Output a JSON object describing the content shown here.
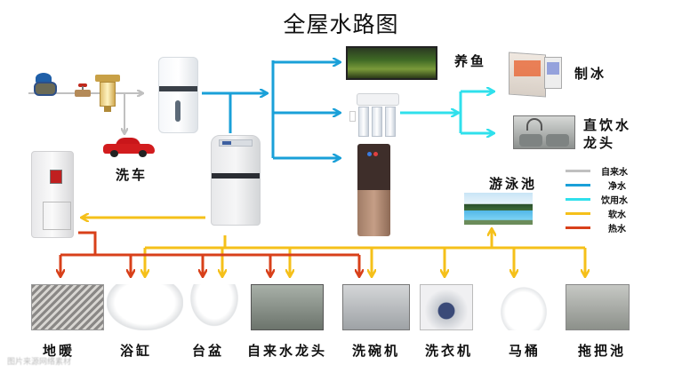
{
  "title": "全屋水路图",
  "legend": [
    {
      "label": "自来水",
      "color": "#c0c0c0"
    },
    {
      "label": "净水",
      "color": "#1aa0d8"
    },
    {
      "label": "饮用水",
      "color": "#2fe0ec"
    },
    {
      "label": "软水",
      "color": "#f5c01a"
    },
    {
      "label": "热水",
      "color": "#d8401a"
    }
  ],
  "labels": {
    "car_wash": "洗车",
    "aquarium": "养鱼",
    "ice": "制冰",
    "direct_drink_1": "直饮水",
    "direct_drink_2": "龙头",
    "pool": "游泳池"
  },
  "endpoints": [
    {
      "label": "地暖",
      "supply": [
        "热水"
      ]
    },
    {
      "label": "浴缸",
      "supply": [
        "热水",
        "软水"
      ]
    },
    {
      "label": "台盆",
      "supply": [
        "热水",
        "软水"
      ]
    },
    {
      "label": "自来水龙头",
      "supply": [
        "热水",
        "软水"
      ]
    },
    {
      "label": "洗碗机",
      "supply": [
        "热水",
        "软水"
      ]
    },
    {
      "label": "洗衣机",
      "supply": [
        "软水"
      ]
    },
    {
      "label": "马桶",
      "supply": [
        "软水"
      ]
    },
    {
      "label": "拖把池",
      "supply": [
        "软水"
      ]
    }
  ],
  "devices": {
    "water_meter": "water-meter",
    "valve": "valve",
    "prefilter": "pre-filter",
    "central_purifier": "central-purifier",
    "softener": "water-softener",
    "ro_purifier": "ro-purifier",
    "dispenser": "water-dispenser",
    "heater": "water-heater",
    "fridge": "refrigerator",
    "car": "car"
  },
  "watermark": "图片来源网络素材"
}
